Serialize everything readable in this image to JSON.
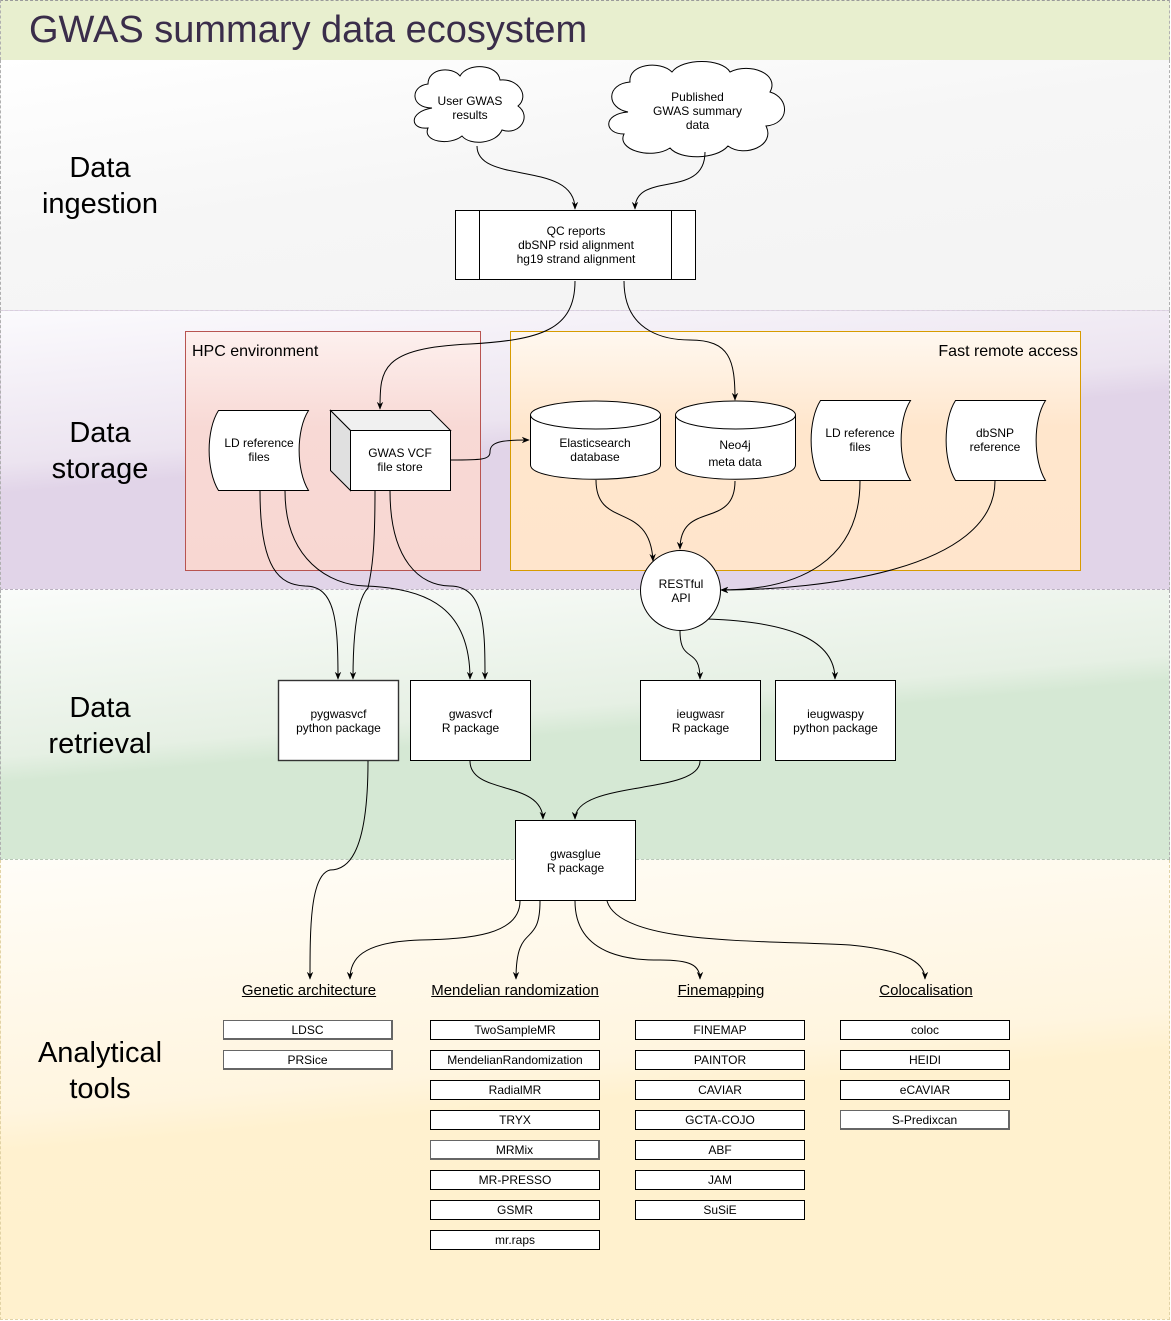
{
  "title": "GWAS summary data ecosystem",
  "sections": [
    {
      "id": "ingestion",
      "label": "Data\ningestion"
    },
    {
      "id": "storage",
      "label": "Data\nstorage"
    },
    {
      "id": "retrieval",
      "label": "Data\nretrieval"
    },
    {
      "id": "tools",
      "label": "Analytical\ntools"
    }
  ],
  "colors": {
    "title_band": "#e8efcf",
    "ingestion_band": "#f5f5f5",
    "storage_band": "#e1d5e7",
    "retrieval_band": "#d5e8d4",
    "tools_band": "#fff2cc",
    "hpc_fill": "#f8cecc",
    "hpc_border": "#b85450",
    "remote_fill": "#ffe6cc",
    "remote_border": "#d79b00",
    "title_text": "#3a2d4a"
  },
  "ingestion": {
    "sources": [
      {
        "id": "user-gwas",
        "shape": "cloud",
        "label": "User GWAS\nresults"
      },
      {
        "id": "published-gwas",
        "shape": "cloud",
        "label": "Published\nGWAS summary\ndata"
      }
    ],
    "process": {
      "shape": "process",
      "label": "QC reports\ndbSNP rsid alignment\nhg19 strand alignment"
    }
  },
  "storage": {
    "hpc": {
      "label": "HPC environment",
      "nodes": [
        {
          "id": "ld-ref-hpc",
          "shape": "tape",
          "label": "LD reference\nfiles"
        },
        {
          "id": "gwas-vcf",
          "shape": "cube",
          "label": "GWAS VCF\nfile store"
        }
      ]
    },
    "remote": {
      "label": "Fast remote access",
      "nodes": [
        {
          "id": "elasticsearch",
          "shape": "cylinder",
          "label": "Elasticsearch\ndatabase"
        },
        {
          "id": "neo4j",
          "shape": "cylinder",
          "label": "Neo4j\nmeta data"
        },
        {
          "id": "ld-ref-remote",
          "shape": "tape",
          "label": "LD reference\nfiles"
        },
        {
          "id": "dbsnp",
          "shape": "tape",
          "label": "dbSNP\nreference"
        }
      ]
    },
    "api": {
      "id": "restful-api",
      "shape": "circle",
      "label": "RESTful\nAPI"
    }
  },
  "retrieval": {
    "packages": [
      {
        "id": "pygwasvcf",
        "label": "pygwasvcf\npython package"
      },
      {
        "id": "gwasvcf",
        "label": "gwasvcf\nR package"
      },
      {
        "id": "ieugwasr",
        "label": "ieugwasr\nR package"
      },
      {
        "id": "ieugwaspy",
        "label": "ieugwaspy\npython package"
      }
    ],
    "glue": {
      "id": "gwasglue",
      "label": "gwasglue\nR package"
    }
  },
  "tools": {
    "categories": [
      {
        "id": "genetic-architecture",
        "label": "Genetic architecture",
        "items": [
          "LDSC",
          "PRSice"
        ]
      },
      {
        "id": "mendelian-randomization",
        "label": "Mendelian randomization",
        "items": [
          "TwoSampleMR",
          "MendelianRandomization",
          "RadialMR",
          "TRYX",
          "MRMix",
          "MR-PRESSO",
          "GSMR",
          "mr.raps"
        ]
      },
      {
        "id": "finemapping",
        "label": "Finemapping",
        "items": [
          "FINEMAP",
          "PAINTOR",
          "CAVIAR",
          "GCTA-COJO",
          "ABF",
          "JAM",
          "SuSiE"
        ]
      },
      {
        "id": "colocalisation",
        "label": "Colocalisation",
        "items": [
          "coloc",
          "HEIDI",
          "eCAVIAR",
          "S-Predixcan"
        ]
      }
    ]
  },
  "edges": [
    {
      "from": "user-gwas",
      "to": "qc-process"
    },
    {
      "from": "published-gwas",
      "to": "qc-process"
    },
    {
      "from": "qc-process",
      "to": "gwas-vcf"
    },
    {
      "from": "qc-process",
      "to": "neo4j"
    },
    {
      "from": "gwas-vcf",
      "to": "elasticsearch"
    },
    {
      "from": "elasticsearch",
      "to": "restful-api"
    },
    {
      "from": "neo4j",
      "to": "restful-api"
    },
    {
      "from": "ld-ref-remote",
      "to": "restful-api"
    },
    {
      "from": "dbsnp",
      "to": "restful-api"
    },
    {
      "from": "ld-ref-hpc",
      "to": "pygwasvcf"
    },
    {
      "from": "ld-ref-hpc",
      "to": "gwasvcf"
    },
    {
      "from": "gwas-vcf",
      "to": "pygwasvcf"
    },
    {
      "from": "gwas-vcf",
      "to": "gwasvcf"
    },
    {
      "from": "restful-api",
      "to": "ieugwasr"
    },
    {
      "from": "restful-api",
      "to": "ieugwaspy"
    },
    {
      "from": "gwasvcf",
      "to": "gwasglue"
    },
    {
      "from": "ieugwasr",
      "to": "gwasglue"
    },
    {
      "from": "pygwasvcf",
      "to": "genetic-architecture"
    },
    {
      "from": "gwasglue",
      "to": "genetic-architecture"
    },
    {
      "from": "gwasglue",
      "to": "mendelian-randomization"
    },
    {
      "from": "gwasglue",
      "to": "finemapping"
    },
    {
      "from": "gwasglue",
      "to": "colocalisation"
    }
  ]
}
